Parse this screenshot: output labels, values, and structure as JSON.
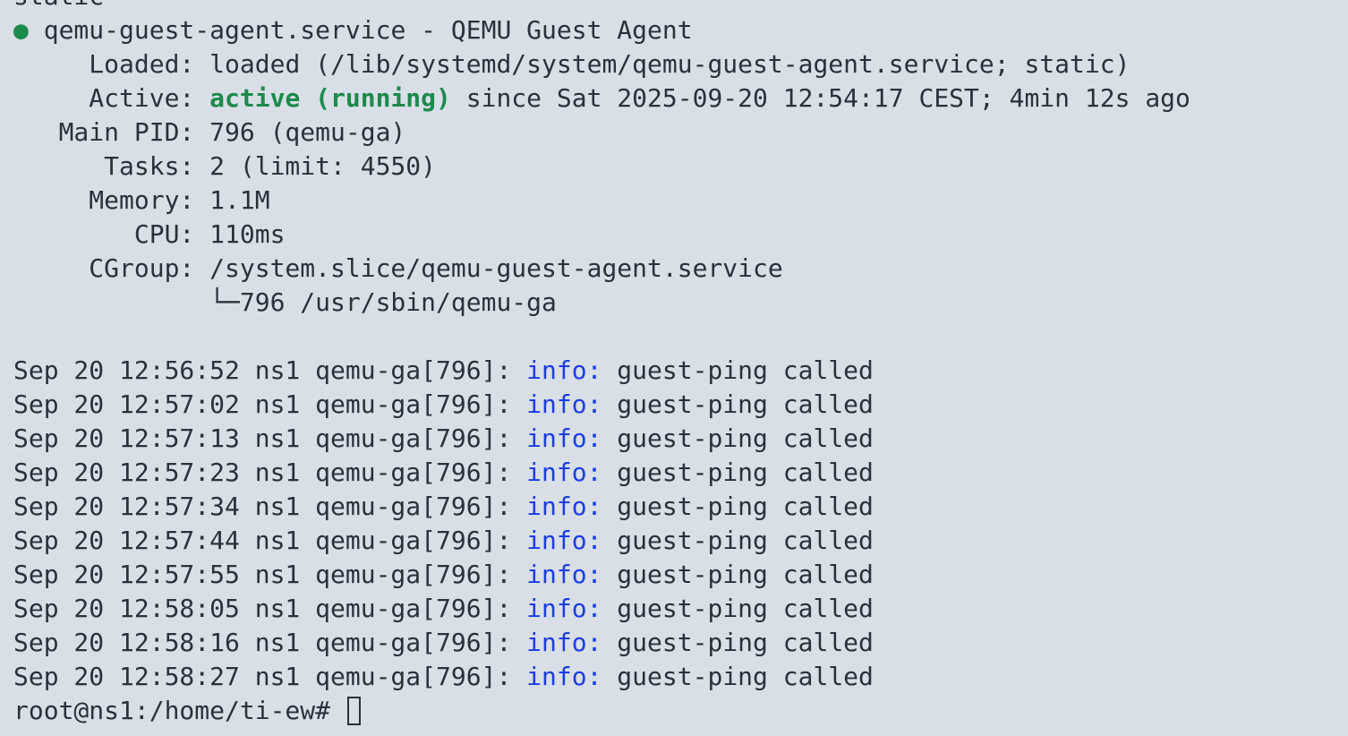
{
  "colors": {
    "background": "#d9dfe6",
    "text": "#2b303b",
    "active": "#1c8a4c",
    "info": "#1b3de6"
  },
  "status": {
    "prev_line": "static",
    "bullet": "●",
    "header": "qemu-guest-agent.service - QEMU Guest Agent",
    "loaded_label": "     Loaded: ",
    "loaded_value": "loaded (/lib/systemd/system/qemu-guest-agent.service; static)",
    "active_label": "     Active: ",
    "active_state": "active (running)",
    "active_since": " since Sat 2025-09-20 12:54:17 CEST; 4min 12s ago",
    "mainpid": "   Main PID: 796 (qemu-ga)",
    "tasks": "      Tasks: 2 (limit: 4550)",
    "memory": "     Memory: 1.1M",
    "cpu": "        CPU: 110ms",
    "cgroup": "     CGroup: /system.slice/qemu-guest-agent.service",
    "cgroup_child": "             └─796 /usr/sbin/qemu-ga"
  },
  "logs": [
    {
      "prefix": "Sep 20 12:56:52 ns1 qemu-ga[796]: ",
      "level": "info:",
      "msg": " guest-ping called"
    },
    {
      "prefix": "Sep 20 12:57:02 ns1 qemu-ga[796]: ",
      "level": "info:",
      "msg": " guest-ping called"
    },
    {
      "prefix": "Sep 20 12:57:13 ns1 qemu-ga[796]: ",
      "level": "info:",
      "msg": " guest-ping called"
    },
    {
      "prefix": "Sep 20 12:57:23 ns1 qemu-ga[796]: ",
      "level": "info:",
      "msg": " guest-ping called"
    },
    {
      "prefix": "Sep 20 12:57:34 ns1 qemu-ga[796]: ",
      "level": "info:",
      "msg": " guest-ping called"
    },
    {
      "prefix": "Sep 20 12:57:44 ns1 qemu-ga[796]: ",
      "level": "info:",
      "msg": " guest-ping called"
    },
    {
      "prefix": "Sep 20 12:57:55 ns1 qemu-ga[796]: ",
      "level": "info:",
      "msg": " guest-ping called"
    },
    {
      "prefix": "Sep 20 12:58:05 ns1 qemu-ga[796]: ",
      "level": "info:",
      "msg": " guest-ping called"
    },
    {
      "prefix": "Sep 20 12:58:16 ns1 qemu-ga[796]: ",
      "level": "info:",
      "msg": " guest-ping called"
    },
    {
      "prefix": "Sep 20 12:58:27 ns1 qemu-ga[796]: ",
      "level": "info:",
      "msg": " guest-ping called"
    }
  ],
  "prompt": "root@ns1:/home/ti-ew# "
}
